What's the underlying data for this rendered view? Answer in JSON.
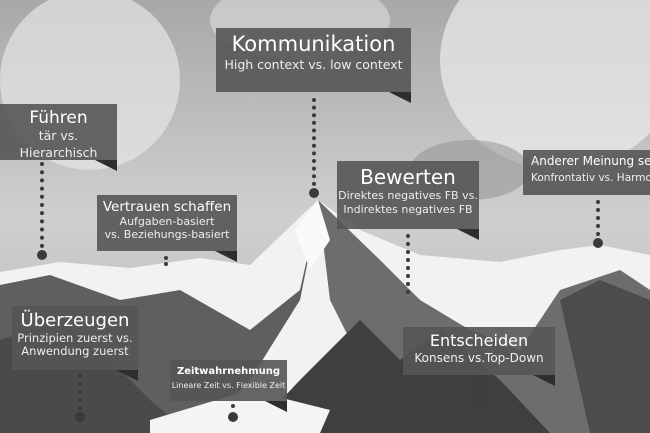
{
  "labels": {
    "kommunikation": {
      "title": "Kommunikation",
      "subtitle": "High context vs. low context"
    },
    "fuehren": {
      "title": "Führen",
      "subtitle": "tär vs. Hierarchisch"
    },
    "vertrauen": {
      "title": "Vertrauen schaffen",
      "subtitle1": "Aufgaben-basiert",
      "subtitle2": "vs. Beziehungs-basiert"
    },
    "bewerten": {
      "title": "Bewerten",
      "subtitle1": "Direktes negatives FB vs.",
      "subtitle2": "Indirektes negatives FB"
    },
    "meinung": {
      "title": "Anderer Meinung se",
      "subtitle": "Konfrontativ vs. Harmon"
    },
    "ueberzeugen": {
      "title": "Überzeugen",
      "subtitle1": "Prinzipien zuerst vs.",
      "subtitle2": "Anwendung zuerst"
    },
    "zeit": {
      "title": "Zeitwahrnehmung",
      "subtitle": "Lineare Zeit vs. Flexible Zeit"
    },
    "entscheiden": {
      "title": "Entscheiden",
      "subtitle": "Konsens vs.Top-Down"
    }
  }
}
